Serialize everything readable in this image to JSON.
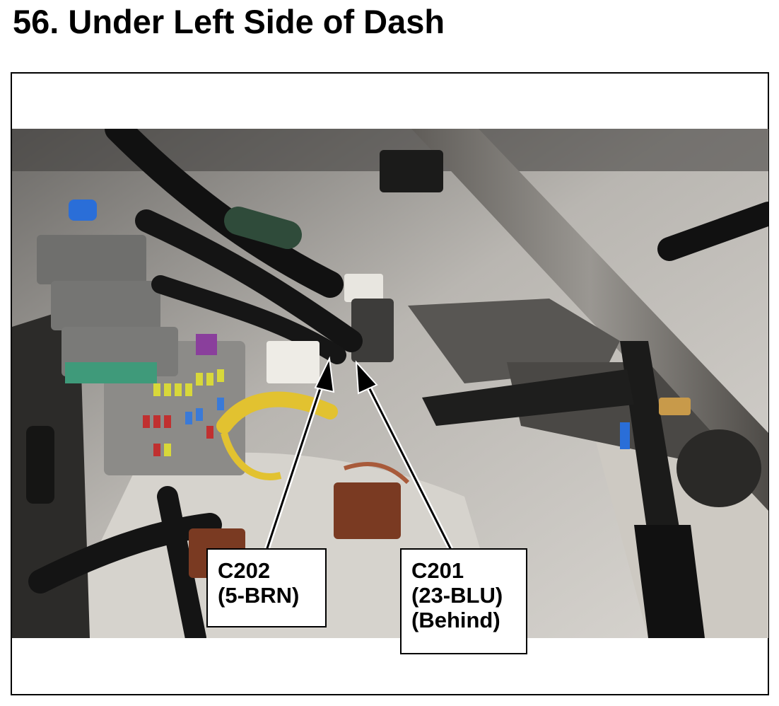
{
  "header": {
    "title": "56.  Under Left Side of Dash"
  },
  "callouts": [
    {
      "id": "C202",
      "lines": [
        "C202",
        "(5-BRN)"
      ]
    },
    {
      "id": "C201",
      "lines": [
        "C201",
        "(23-BLU)",
        "(Behind)"
      ]
    }
  ],
  "colors": {
    "text": "#000000",
    "frame": "#000000",
    "callout_bg": "#ffffff"
  }
}
